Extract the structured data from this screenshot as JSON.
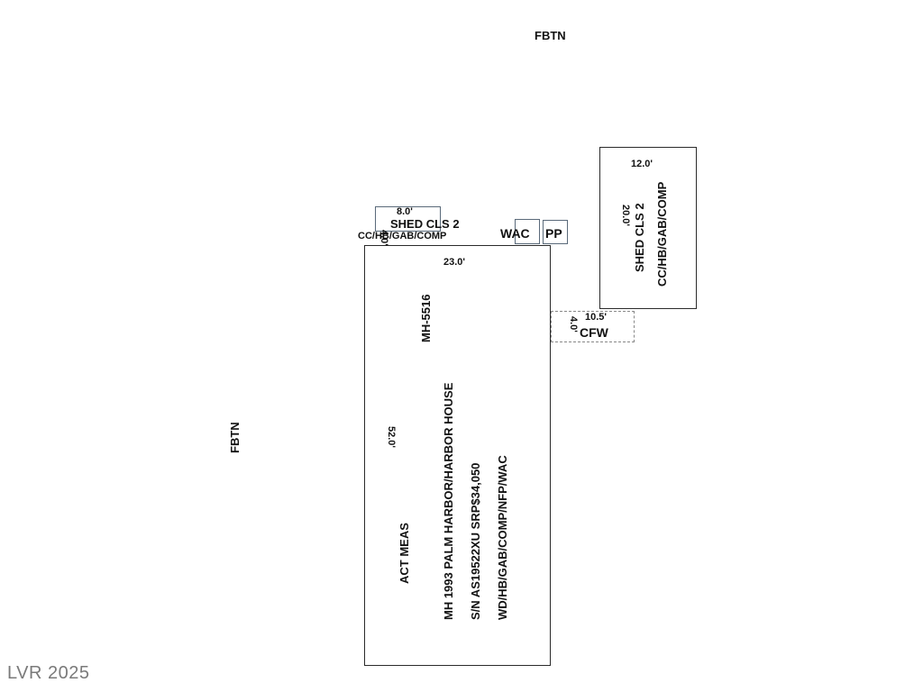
{
  "labels": {
    "fbtn_top": "FBTN",
    "fbtn_left": "FBTN",
    "watermark": "LVR 2025"
  },
  "main_home": {
    "width": "23.0'",
    "depth": "52.0'",
    "id": "MH-5516",
    "line1": "MH 1993 PALM HARBOR/HARBOR HOUSE",
    "line2": "S/N AS19522XU SRP$34,050",
    "line3": "WD/HB/GAB/COMP/NFP/WAC",
    "note": "ACT MEAS"
  },
  "shed_small": {
    "width": "8.0'",
    "depth": "4.0'",
    "name": "SHED CLS 2",
    "desc": "CC/HB/GAB/COMP"
  },
  "wac": {
    "label": "WAC"
  },
  "pp": {
    "label": "PP"
  },
  "shed_large": {
    "width": "12.0'",
    "depth": "20.0'",
    "name": "SHED CLS 2",
    "desc": "CC/HB/GAB/COMP"
  },
  "cfw": {
    "width": "10.5'",
    "depth": "4.0'",
    "label": "CFW"
  },
  "colors": {
    "outline": "#2b2b2b",
    "cfw_outline": "#888888",
    "small_box_outline": "#5a6a7a",
    "watermark": "#7a7a7a"
  }
}
